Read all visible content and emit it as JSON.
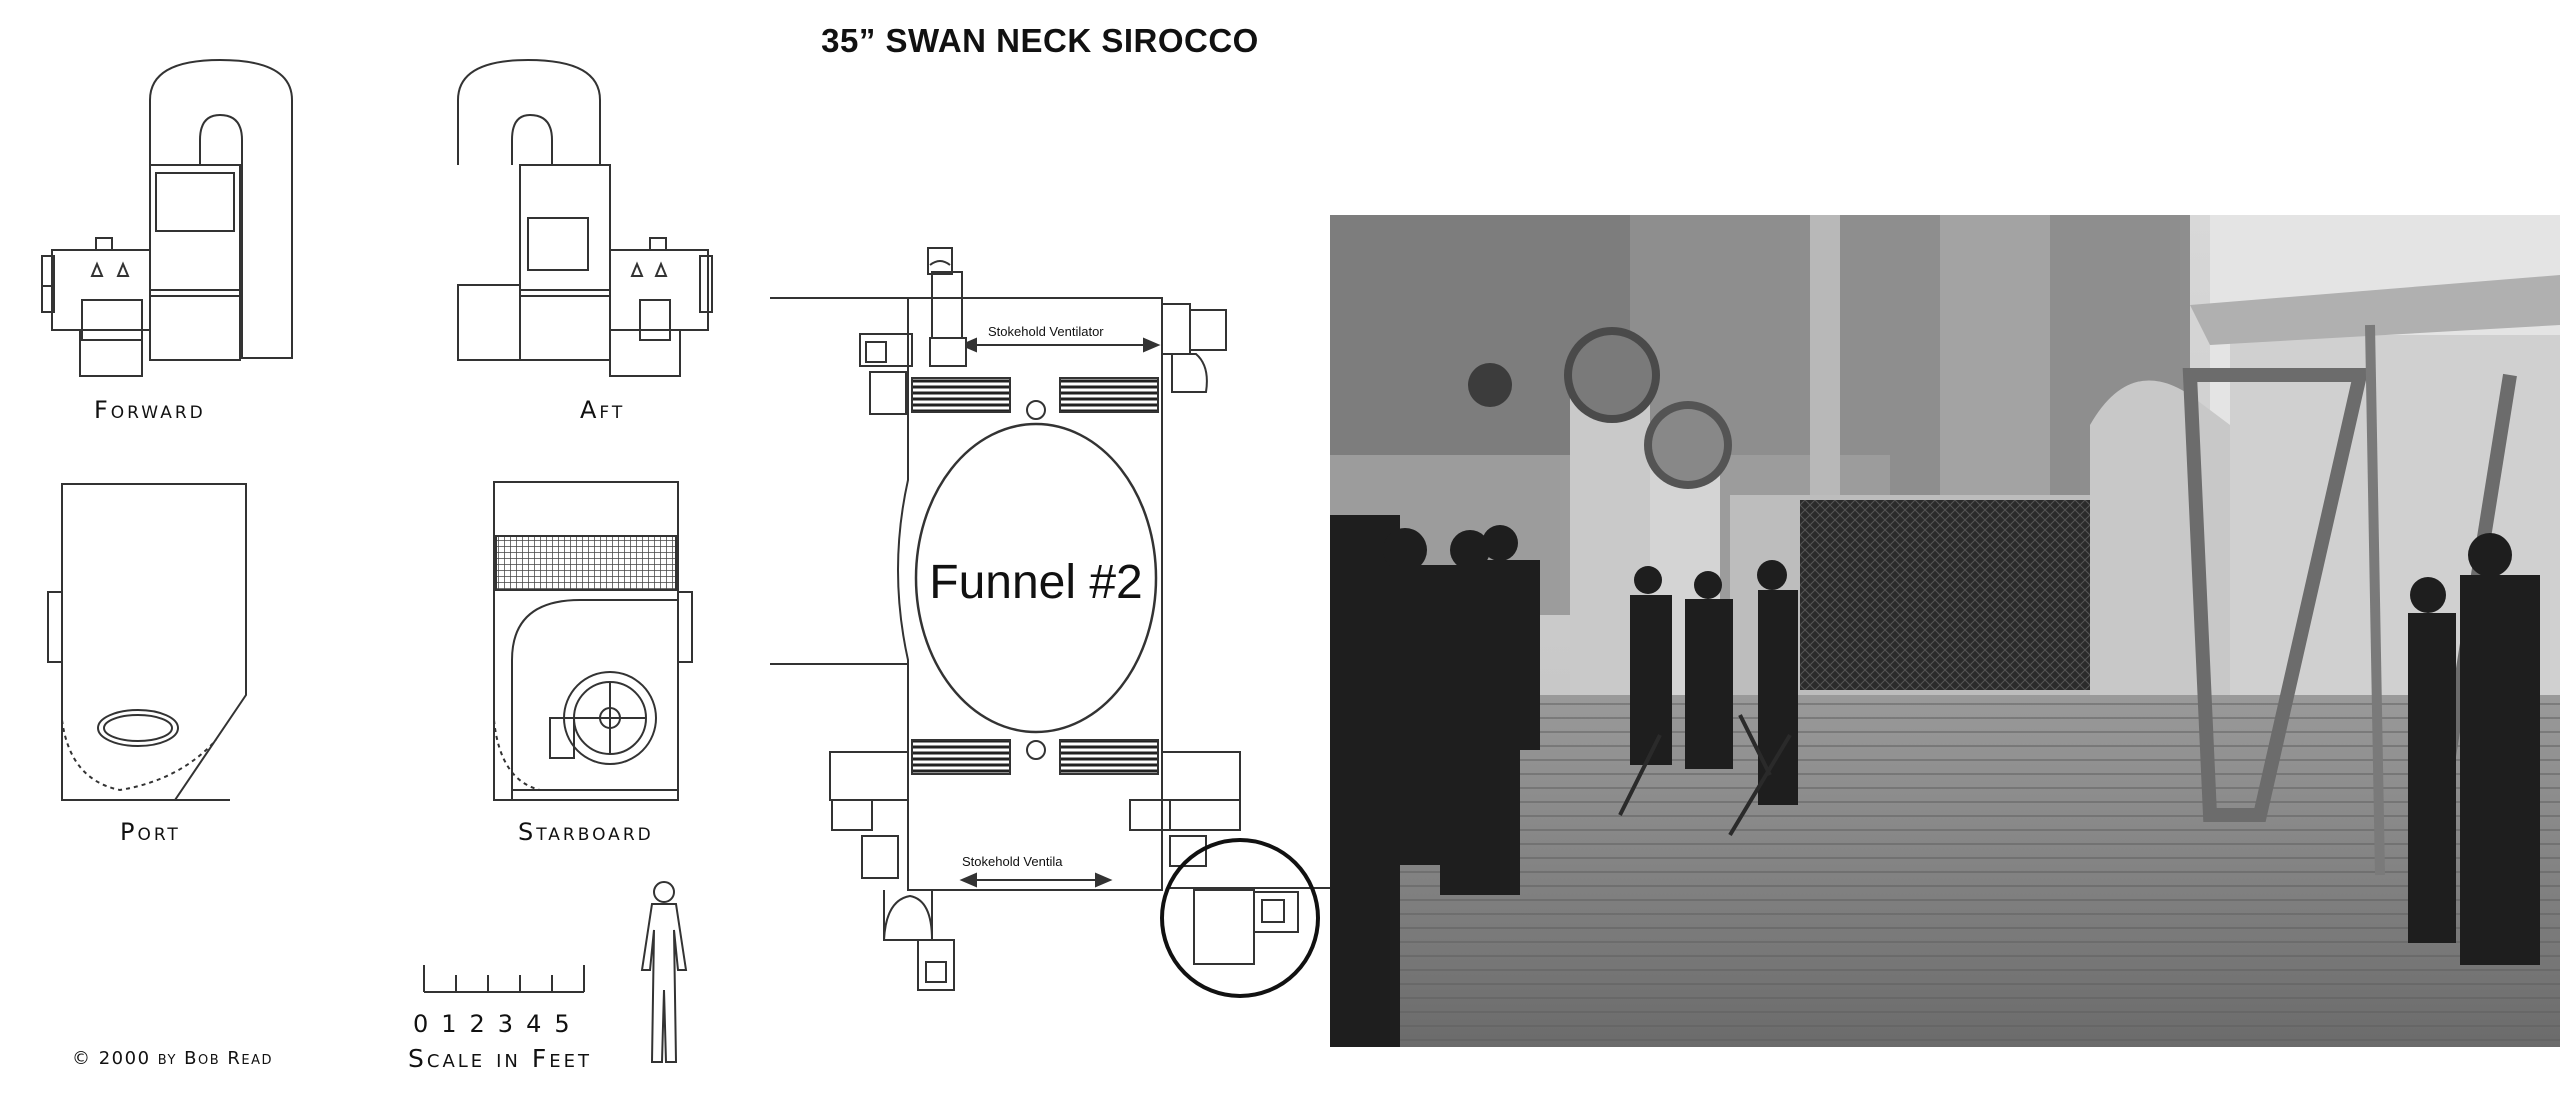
{
  "title": "35” SWAN NECK SIROCCO",
  "views": {
    "forward": "Forward",
    "aft": "Aft",
    "port": "Port",
    "starboard": "Starboard"
  },
  "scale": {
    "numbers": "012345",
    "title": "Scale in Feet"
  },
  "copyright": "© 2000 by Bob Read",
  "plan": {
    "funnel_label": "Funnel #2",
    "vent_top": "Stokehold Ventilator",
    "vent_bottom": "Stokehold Ventila"
  }
}
